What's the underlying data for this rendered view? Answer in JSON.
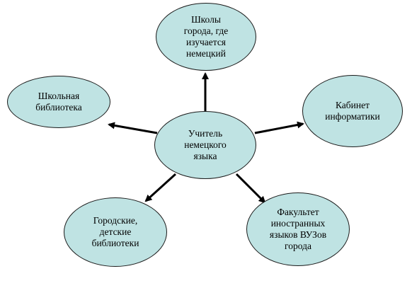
{
  "diagram": {
    "center": {
      "label": "Учитель\nнемецкого\nязыка"
    },
    "nodes": [
      {
        "id": "top",
        "label": "Школы\nгорода, где\nизучается\nнемецкий"
      },
      {
        "id": "left",
        "label": "Школьная\nбиблиотека"
      },
      {
        "id": "right",
        "label": "Кабинет\nинформатики"
      },
      {
        "id": "bottom-left",
        "label": "Городские,\nдетские\nбиблиотеки"
      },
      {
        "id": "bottom-right",
        "label": "Факультет\nиностранных\nязыков ВУЗов\nгорода"
      }
    ],
    "colors": {
      "node_fill": "#bfe3e3",
      "node_border": "#1a1a1a",
      "arrow": "#000000"
    }
  }
}
